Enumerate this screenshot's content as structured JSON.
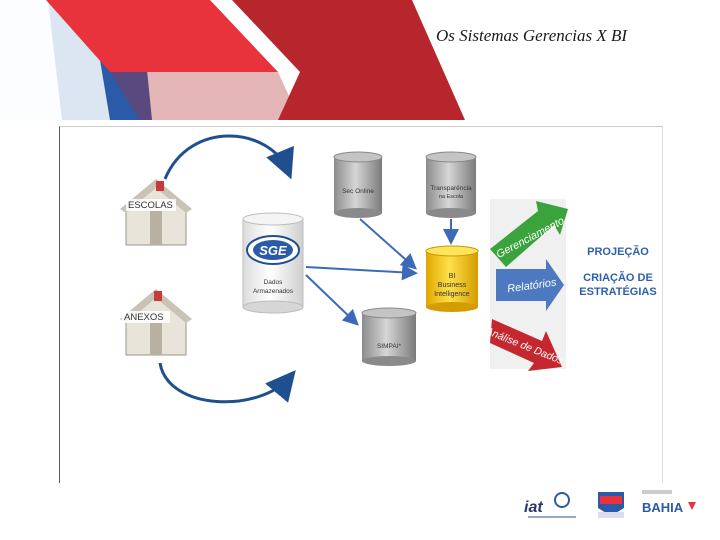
{
  "header": {
    "title": "Os Sistemas Gerencias X BI"
  },
  "diagram": {
    "nodes": {
      "escolas": "ESCOLAS",
      "anexos": "ANEXOS",
      "sge_logo": "SGE",
      "sge_line1": "Dados",
      "sge_line2": "Armazenados",
      "sec_online": "Sec Online",
      "transp_line1": "Transparência",
      "transp_line2": "na Escola",
      "bi_line1": "BI",
      "bi_line2": "Business",
      "bi_line3": "Intelligence",
      "simpai": "SIMPAI*"
    },
    "arrows": {
      "gerenciamento": "Gerenciamento",
      "relatorios": "Relatórios",
      "analise": "Análise de Dados"
    },
    "outcomes": {
      "projecao": "PROJEÇÃO",
      "criacao_line1": "CRIAÇÃO DE",
      "criacao_line2": "ESTRATÉGIAS"
    }
  },
  "footer": {
    "logo1": "iat",
    "logo2": "BAHIA"
  },
  "colors": {
    "banner_red": "#e8323c",
    "banner_dark_red": "#b22a31",
    "banner_blue": "#2b5aa8",
    "green": "#3aa33b",
    "blue_arrow": "#4c79c0",
    "red_arrow": "#c4282e",
    "bi_yellow": "#f2c200",
    "outcome_blue": "#2f5faa"
  }
}
